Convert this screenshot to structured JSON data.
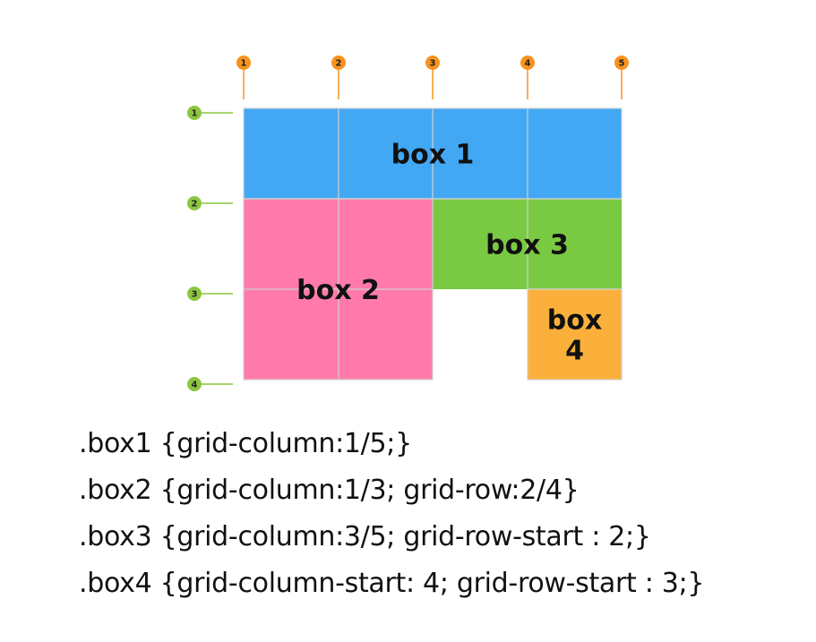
{
  "colors": {
    "box1": "#42a8f4",
    "box2": "#ff7aaa",
    "box3": "#7ac943",
    "box4": "#fbb03b",
    "column_marker": "#f7931e",
    "row_marker": "#8cc63f",
    "grid_line": "#d0d0d0"
  },
  "column_lines": [
    "1",
    "2",
    "3",
    "4",
    "5"
  ],
  "row_lines": [
    "1",
    "2",
    "3",
    "4"
  ],
  "boxes": [
    {
      "id": "box1",
      "lines": [
        "box 1"
      ],
      "col": [
        1,
        5
      ],
      "row": [
        1,
        2
      ]
    },
    {
      "id": "box2",
      "lines": [
        "box 2"
      ],
      "col": [
        1,
        3
      ],
      "row": [
        2,
        4
      ]
    },
    {
      "id": "box3",
      "lines": [
        "box 3"
      ],
      "col": [
        3,
        5
      ],
      "row": [
        2,
        3
      ]
    },
    {
      "id": "box4",
      "lines": [
        "box",
        "4"
      ],
      "col": [
        4,
        5
      ],
      "row": [
        3,
        4
      ]
    }
  ],
  "code": [
    ".box1 {grid-column:1/5;}",
    ".box2 {grid-column:1/3; grid-row:2/4}",
    ".box3 {grid-column:3/5; grid-row-start : 2;}",
    ".box4 {grid-column-start: 4; grid-row-start : 3;}"
  ]
}
